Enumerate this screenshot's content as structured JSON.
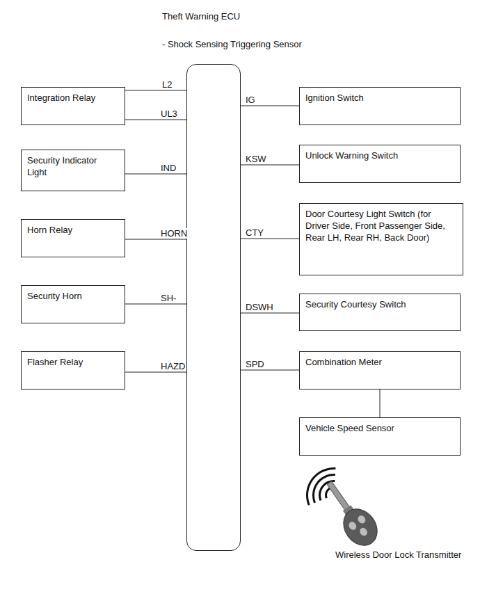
{
  "diagram": {
    "nodes": [
      {
        "text": [
          "Theft Warning ECU",
          "- Shock Sensing Triggering Sensor"
        ]
      },
      {
        "text": [
          "Integration Relay"
        ]
      },
      {
        "text": [
          "Security Indicator Light"
        ]
      },
      {
        "text": [
          "Horn Relay"
        ]
      },
      {
        "text": [
          "Security Horn"
        ]
      },
      {
        "text": [
          "Flasher Relay"
        ]
      },
      {
        "text": [
          "Ignition Switch"
        ]
      },
      {
        "text": [
          "Unlock Warning Switch"
        ]
      },
      {
        "text": [
          "Door Courtesy Light Switch (for Driver Side, Front Passenger Side, Rear LH, Rear RH, Back Door)"
        ]
      },
      {
        "text": [
          "Security Courtesy Switch"
        ]
      },
      {
        "text": [
          "Combination Meter"
        ]
      },
      {
        "text": [
          "Vehicle Speed Sensor"
        ]
      }
    ],
    "edges": [
      {
        "from": 1,
        "to": 0,
        "label": "L2",
        "arrow": "none"
      },
      {
        "from": 1,
        "to": 0,
        "label": "UL3",
        "arrow": "none"
      },
      {
        "from": 2,
        "to": 0,
        "label": "IND",
        "arrow": "none"
      },
      {
        "from": 3,
        "to": 0,
        "label": "HORN",
        "arrow": "none"
      },
      {
        "from": 4,
        "to": 0,
        "label": "SH-",
        "arrow": "none"
      },
      {
        "from": 5,
        "to": 0,
        "label": "HAZD",
        "arrow": "none"
      },
      {
        "from": 0,
        "to": 6,
        "label": "IG",
        "arrow": "none"
      },
      {
        "from": 0,
        "to": 7,
        "label": "KSW",
        "arrow": "none"
      },
      {
        "from": 0,
        "to": 8,
        "label": "CTY",
        "arrow": "none"
      },
      {
        "from": 0,
        "to": 9,
        "label": "DSWH",
        "arrow": "none"
      },
      {
        "from": 0,
        "to": 10,
        "label": "SPD",
        "arrow": "none"
      },
      {
        "from": 10,
        "to": 11,
        "arrow": "none"
      }
    ],
    "labels": [
      "Wireless Door Lock Transmitter"
    ]
  }
}
